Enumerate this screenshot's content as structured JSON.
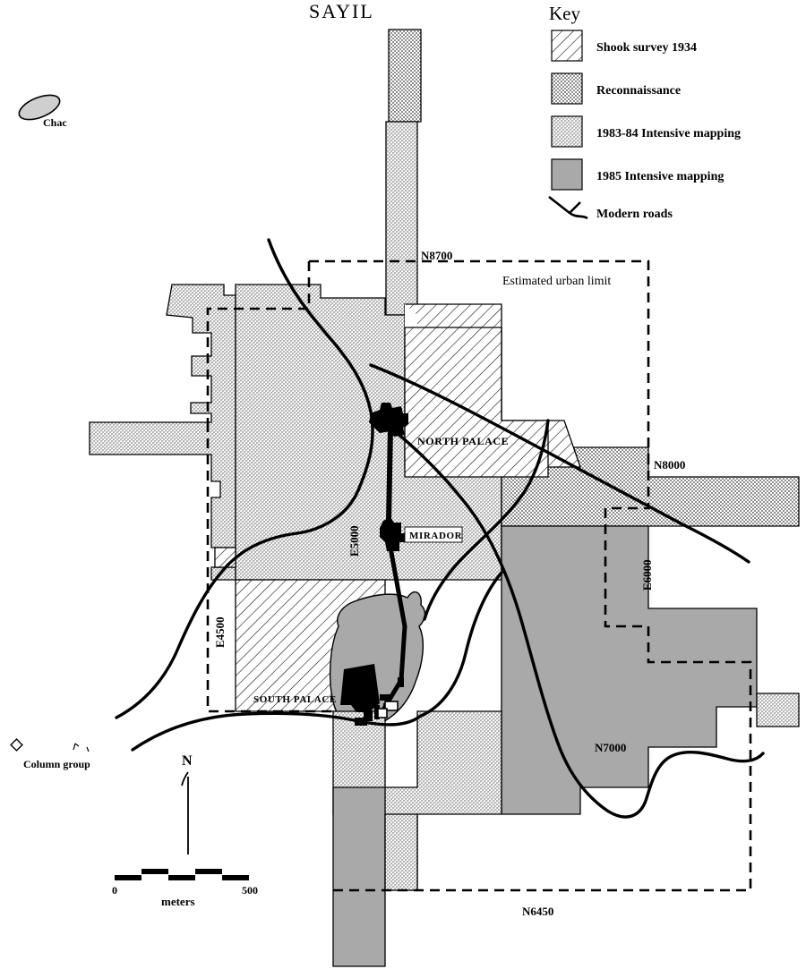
{
  "title": "SAYIL",
  "key": {
    "heading": "Key",
    "entries": [
      {
        "label": "Shook survey 1934",
        "swatch": "diagonal-hatch"
      },
      {
        "label": "Reconnaissance",
        "swatch": "fine-checker"
      },
      {
        "label": "1983-84 Intensive mapping",
        "swatch": "medium-checker"
      },
      {
        "label": "1985 Intensive mapping",
        "swatch": "solid-gray"
      },
      {
        "label": "Modern roads",
        "swatch": "road-line"
      }
    ]
  },
  "map_labels": {
    "chac": "Chac",
    "column_group": "Column group",
    "north_palace": "NORTH PALACE",
    "mirador": "MIRADOR",
    "south_palace": "SOUTH PALACE",
    "estimated_urban_limit": "Estimated urban limit"
  },
  "grid_labels": {
    "n8700": "N8700",
    "n8000": "N8000",
    "n7000": "N7000",
    "n6450": "N6450",
    "e4500": "E4500",
    "e5000": "E5000",
    "e6000": "E6000"
  },
  "north_arrow": {
    "label": "N"
  },
  "scale_bar": {
    "start": "0",
    "end": "500",
    "units": "meters",
    "segments": 5
  },
  "colors": {
    "solid_gray_1985": "#a9a9a9",
    "checker_1983_84": "#d8d8d8",
    "fine_checker_recon": "#dedede",
    "hatch_shook": "#ffffff",
    "line": "#000000",
    "paper": "#ffffff"
  }
}
